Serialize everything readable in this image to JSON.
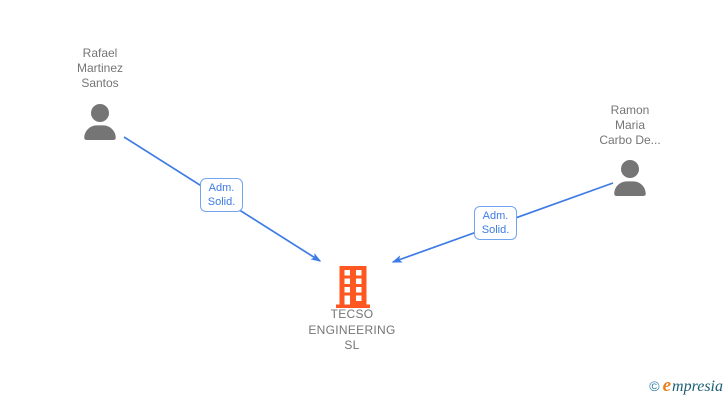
{
  "diagram": {
    "nodes": {
      "person1": {
        "type": "person",
        "icon": "person-icon",
        "label_lines": [
          "Rafael",
          "Martinez",
          "Santos"
        ]
      },
      "person2": {
        "type": "person",
        "icon": "person-icon",
        "label_lines": [
          "Ramon",
          "Maria",
          "Carbo De..."
        ]
      },
      "company": {
        "type": "company",
        "icon": "building-icon",
        "label_lines": [
          "TECSO",
          "ENGINEERING",
          "SL"
        ]
      }
    },
    "edges": [
      {
        "from": "person1",
        "to": "company",
        "label_lines": [
          "Adm.",
          "Solid."
        ]
      },
      {
        "from": "person2",
        "to": "company",
        "label_lines": [
          "Adm.",
          "Solid."
        ]
      }
    ],
    "colors": {
      "edge_blue": "#3D7BE5",
      "edge_label_border": "#74A4ED",
      "person_gray": "#757575",
      "company_orange": "#FF5722"
    }
  },
  "watermark": {
    "copyright": "©",
    "brand_e": "e",
    "brand_rest": "mpresia"
  }
}
